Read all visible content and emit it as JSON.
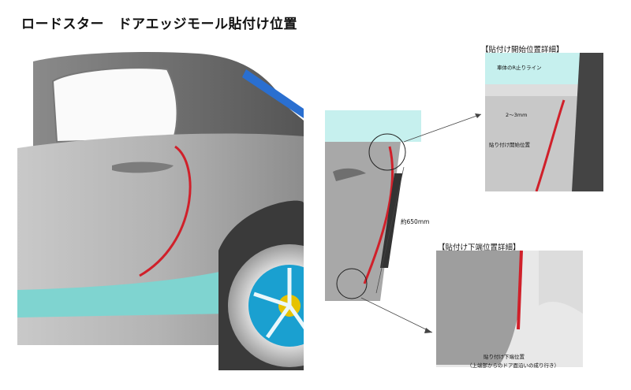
{
  "title": "ロードスター　ドアエッジモール貼付け位置",
  "labels": {
    "length": "約650mm",
    "top_detail_title": "【貼付け開始位置詳細】",
    "body_r_line": "車体のR止りライン",
    "gap": "2～3mm",
    "start_position": "貼り付け開始位置",
    "bottom_detail_title": "【貼付け下端位置詳細】",
    "end_position": "貼り付け下端位置",
    "end_note": "（上端部からのドア面沿いの成り行き）"
  },
  "colors": {
    "molding": "#d0202a",
    "body": "#9a9a9a",
    "accent": "#1aa0d0",
    "sill": "#7fd4d0"
  }
}
